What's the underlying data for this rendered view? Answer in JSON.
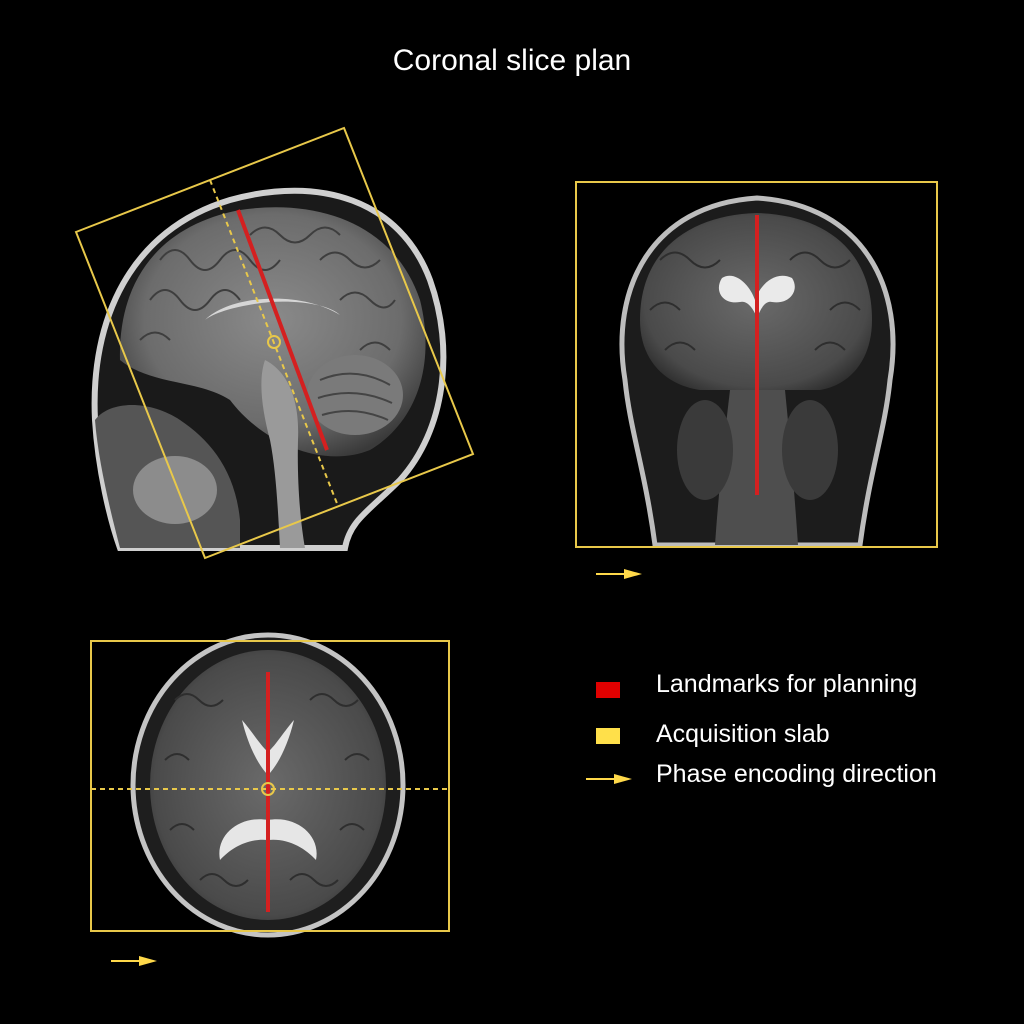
{
  "title": "Coronal slice plan",
  "legend": {
    "items": [
      {
        "label": "Landmarks for planning",
        "icon": "red-square-icon",
        "color": "#e00000"
      },
      {
        "label": "Acquisition slab",
        "icon": "yellow-square-icon",
        "color": "#ffe04a"
      },
      {
        "label": "Phase encoding direction",
        "icon": "arrow-right-icon",
        "color": "#ffd94a"
      }
    ]
  },
  "colors": {
    "background": "#000000",
    "landmark": "#d42020",
    "slab": "#e8c84a",
    "arrow": "#ffd94a"
  },
  "views": {
    "sagittal": {
      "name": "sagittal-mri"
    },
    "coronal": {
      "name": "coronal-mri"
    },
    "axial": {
      "name": "axial-mri"
    }
  }
}
